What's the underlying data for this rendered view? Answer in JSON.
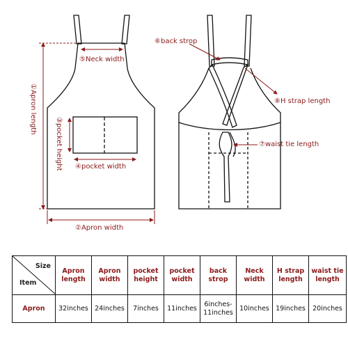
{
  "labels": {
    "neck_width": "⑤Neck width",
    "apron_length": "①Apron length",
    "pocket_height": "③pocket height",
    "pocket_width": "④pocket width",
    "apron_width": "②Apron width",
    "back_strop": "⑥back strop",
    "h_strap_length": "⑧H strap length",
    "waist_tie_length": "⑦waist tie length"
  },
  "table": {
    "corner_top": "Size",
    "corner_bottom": "Item",
    "headers": [
      [
        "Apron",
        "length"
      ],
      [
        "Apron",
        "width"
      ],
      [
        "pocket",
        "height"
      ],
      [
        "pocket",
        "width"
      ],
      [
        "back",
        "strop"
      ],
      [
        "Neck",
        "width"
      ],
      [
        "H strap",
        "length"
      ],
      [
        "waist tie",
        "length"
      ]
    ],
    "row_label": "Apron",
    "values": [
      "32inches",
      "24inches",
      "7inches",
      "11inches",
      "6inches-11inches",
      "10inches",
      "19inches",
      "20inches"
    ]
  },
  "colors": {
    "label": "#8b1a1a",
    "outline": "#111111"
  }
}
